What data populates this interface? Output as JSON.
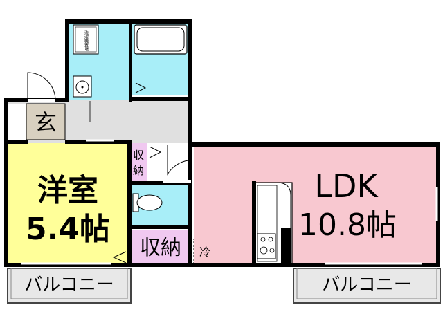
{
  "rooms": {
    "western": {
      "name": "洋室",
      "size": "5.4帖"
    },
    "ldk": {
      "name": "LDK",
      "size": "10.8帖"
    },
    "entrance": {
      "name": "玄"
    },
    "closet_large": {
      "label": "収納"
    },
    "closet_small": {
      "line1": "収",
      "line2": "納"
    },
    "fridge": {
      "label": "冷"
    },
    "washer": {
      "label": "洗濯機置場"
    }
  },
  "balconies": [
    {
      "label": "バルコニー"
    },
    {
      "label": "バルコニー"
    }
  ],
  "colors": {
    "wall": "#000000",
    "western_room": "#ffff99",
    "ldk": "#f8c8d0",
    "wet_area": "#a8eef8",
    "corridor": "#e0e0e0",
    "entrance": "#d8d0c0",
    "closet": "#f0c8f0",
    "balcony": "#e8e8e8"
  }
}
